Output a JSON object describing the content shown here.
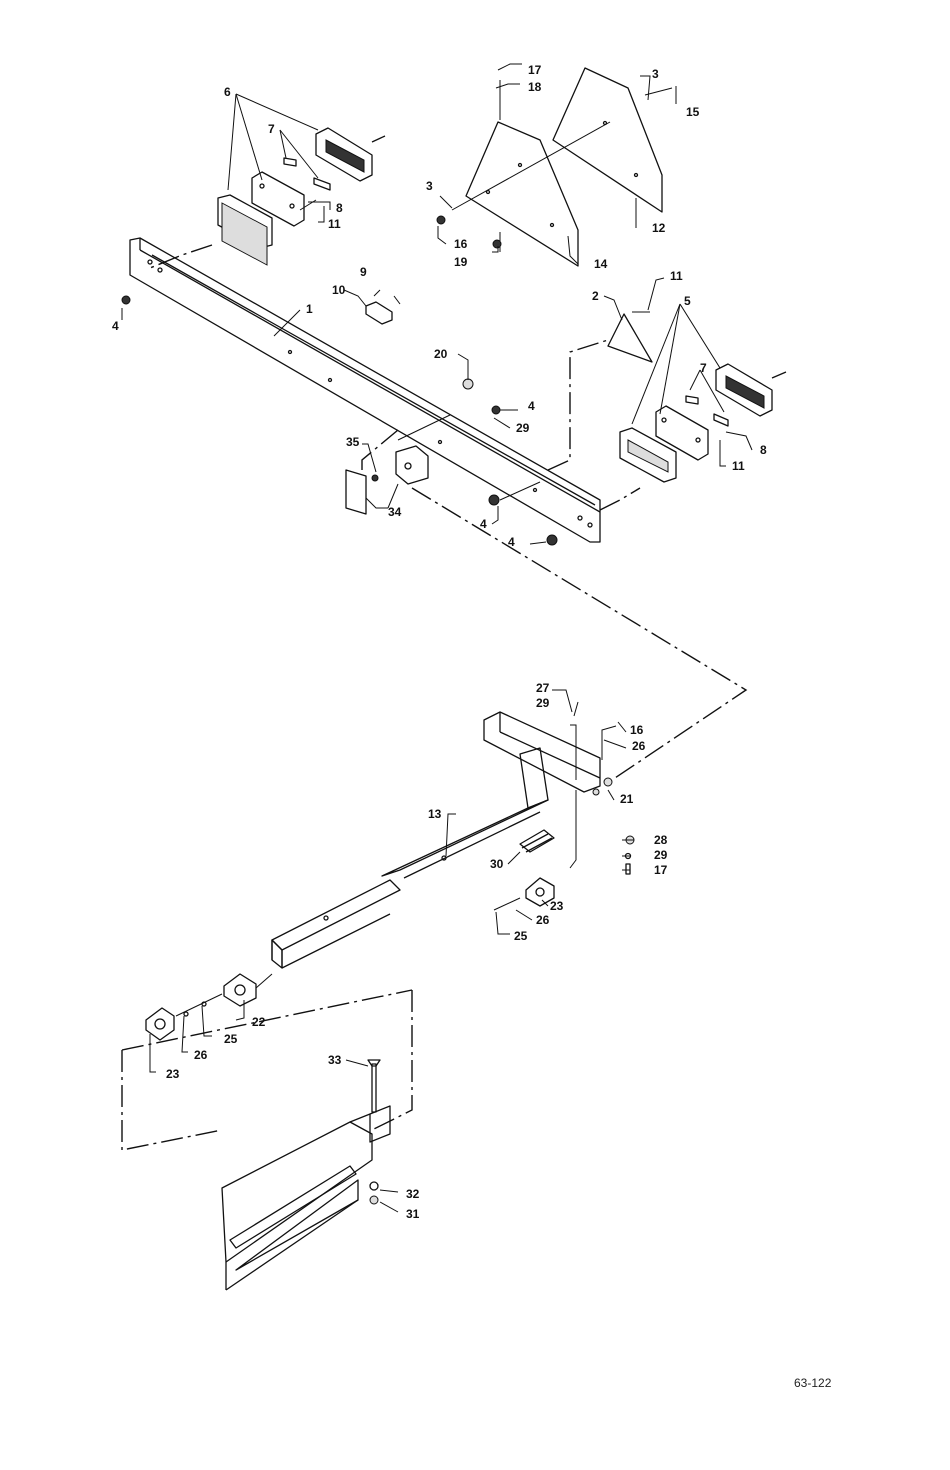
{
  "figure_number": "63-122",
  "callouts": [
    {
      "id": "c1",
      "text": "1"
    },
    {
      "id": "c2",
      "text": "2"
    },
    {
      "id": "c3a",
      "text": "3"
    },
    {
      "id": "c3b",
      "text": "3"
    },
    {
      "id": "c4a",
      "text": "4"
    },
    {
      "id": "c4b",
      "text": "4"
    },
    {
      "id": "c4c",
      "text": "4"
    },
    {
      "id": "c4d",
      "text": "4"
    },
    {
      "id": "c5",
      "text": "5"
    },
    {
      "id": "c6",
      "text": "6"
    },
    {
      "id": "c7a",
      "text": "7"
    },
    {
      "id": "c7b",
      "text": "7"
    },
    {
      "id": "c8a",
      "text": "8"
    },
    {
      "id": "c8b",
      "text": "8"
    },
    {
      "id": "c9",
      "text": "9"
    },
    {
      "id": "c10",
      "text": "10"
    },
    {
      "id": "c11a",
      "text": "11"
    },
    {
      "id": "c11b",
      "text": "11"
    },
    {
      "id": "c11c",
      "text": "11"
    },
    {
      "id": "c12",
      "text": "12"
    },
    {
      "id": "c13",
      "text": "13"
    },
    {
      "id": "c14",
      "text": "14"
    },
    {
      "id": "c15",
      "text": "15"
    },
    {
      "id": "c16a",
      "text": "16"
    },
    {
      "id": "c16b",
      "text": "16"
    },
    {
      "id": "c17a",
      "text": "17"
    },
    {
      "id": "c17b",
      "text": "17"
    },
    {
      "id": "c18",
      "text": "18"
    },
    {
      "id": "c19",
      "text": "19"
    },
    {
      "id": "c20",
      "text": "20"
    },
    {
      "id": "c21",
      "text": "21"
    },
    {
      "id": "c22",
      "text": "22"
    },
    {
      "id": "c23a",
      "text": "23"
    },
    {
      "id": "c23b",
      "text": "23"
    },
    {
      "id": "c25a",
      "text": "25"
    },
    {
      "id": "c25b",
      "text": "25"
    },
    {
      "id": "c26a",
      "text": "26"
    },
    {
      "id": "c26b",
      "text": "26"
    },
    {
      "id": "c26c",
      "text": "26"
    },
    {
      "id": "c27",
      "text": "27"
    },
    {
      "id": "c28",
      "text": "28"
    },
    {
      "id": "c29a",
      "text": "29"
    },
    {
      "id": "c29b",
      "text": "29"
    },
    {
      "id": "c29c",
      "text": "29"
    },
    {
      "id": "c30",
      "text": "30"
    },
    {
      "id": "c31",
      "text": "31"
    },
    {
      "id": "c32",
      "text": "32"
    },
    {
      "id": "c33",
      "text": "33"
    },
    {
      "id": "c34",
      "text": "34"
    },
    {
      "id": "c35",
      "text": "35"
    }
  ]
}
